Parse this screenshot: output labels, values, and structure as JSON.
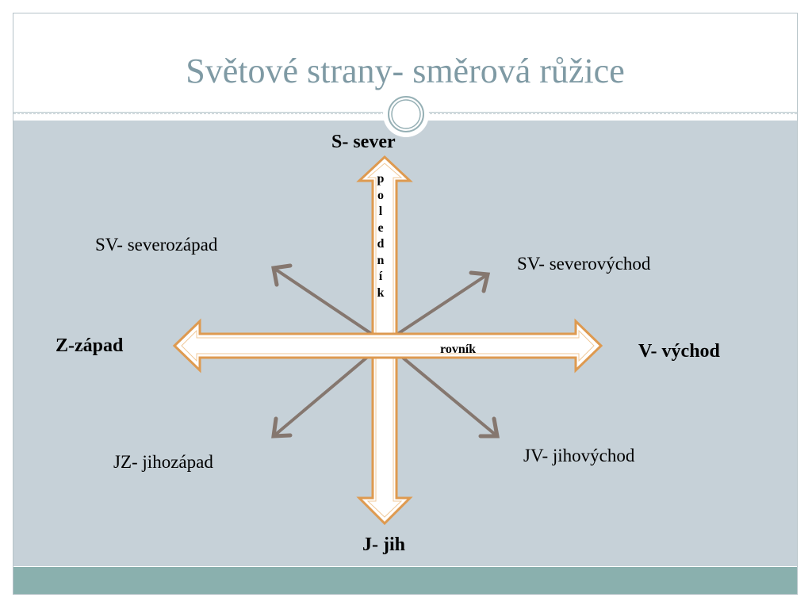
{
  "slide": {
    "title": "Světové strany- směrová růžice"
  },
  "directions": {
    "north": "S- sever",
    "south": "J- jih",
    "west": "Z-západ",
    "east": "V- východ",
    "northwest": "SV- severozápad",
    "northeast": "SV- severovýchod",
    "southwest": "JZ- jihozápad",
    "southeast": "JV- jihovýchod"
  },
  "lines": {
    "equator": "rovník",
    "meridian_letters": [
      "p",
      "o",
      "l",
      "e",
      "d",
      "n",
      "í",
      "k"
    ]
  },
  "colors": {
    "title": "#7f9aa4",
    "content_bg": "#c6d1d8",
    "footer_bg": "#8ab0ae",
    "arrow_outline": "#de9a50",
    "diagonal_arrow": "#85776f"
  }
}
